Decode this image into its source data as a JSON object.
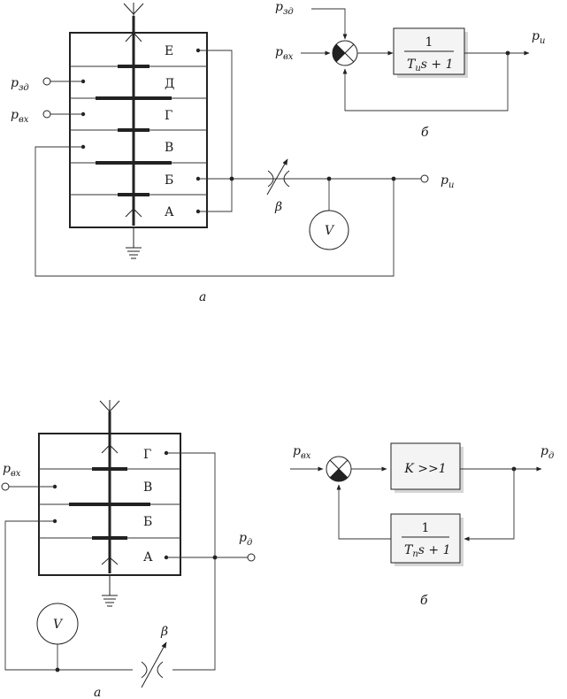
{
  "top": {
    "chambers": [
      "Е",
      "Д",
      "Г",
      "В",
      "Б",
      "А"
    ],
    "p_zd": {
      "p": "p",
      "sub": "зд"
    },
    "p_vx": {
      "p": "p",
      "sub": "вх"
    },
    "p_i": {
      "p": "p",
      "sub": "и"
    },
    "beta": "β",
    "gauge": "V",
    "caption_a": "а",
    "block": {
      "in_p": "p",
      "in_sub": "вх",
      "set_p": "p",
      "set_sub": "зд",
      "out_p": "p",
      "out_sub": "и",
      "num": "1",
      "den_T": "T",
      "den_sub": "и",
      "den_rest": "s + 1",
      "caption_b": "б"
    }
  },
  "bottom": {
    "chambers": [
      "Г",
      "В",
      "Б",
      "А"
    ],
    "p_vx": {
      "p": "p",
      "sub": "вх"
    },
    "p_d": {
      "p": "p",
      "sub": "д"
    },
    "beta": "β",
    "gauge": "V",
    "caption_a": "а",
    "block": {
      "in_p": "p",
      "in_sub": "вх",
      "out_p": "p",
      "out_sub": "д",
      "gain": "K >>1",
      "num": "1",
      "den_T": "T",
      "den_sub": "п",
      "den_rest": "s + 1",
      "caption_b": "б"
    }
  }
}
